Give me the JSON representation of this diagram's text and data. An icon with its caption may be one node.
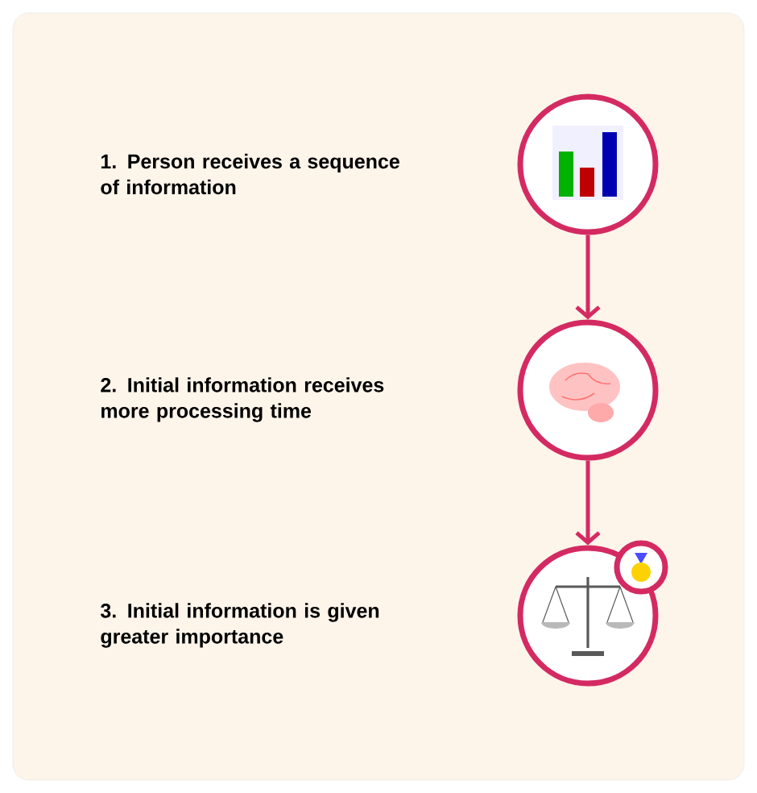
{
  "diagram": {
    "nodes": [
      {
        "text": [],
        "shape": "circle"
      },
      {
        "text": [],
        "shape": "circle"
      },
      {
        "text": [],
        "shape": "circle"
      },
      {
        "text": [],
        "shape": "circle"
      }
    ],
    "edges": [
      {
        "from": 0,
        "to": 1,
        "arrow": "to"
      },
      {
        "from": 1,
        "to": 2,
        "arrow": "to"
      }
    ],
    "labels": [
      "1. Person receives a sequence of information",
      "2. Initial information receives more processing time",
      "3. Initial information is given greater importance"
    ]
  }
}
